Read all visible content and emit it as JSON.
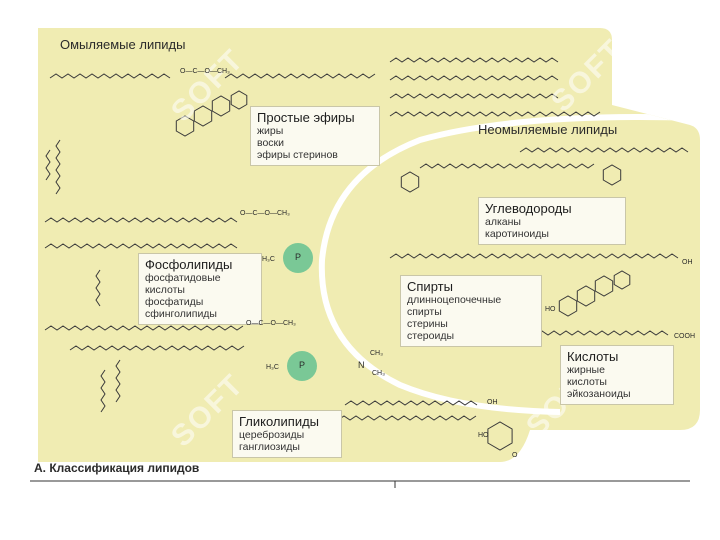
{
  "colors": {
    "panel": "#f0ecb2",
    "outer": "#ffffff",
    "structure": "#3a3a3a",
    "phosphate": "#5dbf8e",
    "watermark": "#7ed957"
  },
  "saponifiable": {
    "title": "Омыляемые липиды",
    "simple_esters": {
      "title": "Простые эфиры",
      "items": [
        "жиры",
        "воски",
        "эфиры стеринов"
      ]
    },
    "phospholipids": {
      "title": "Фосфолипиды",
      "items": [
        "фосфатидовые",
        "кислоты",
        "фосфатиды",
        "сфинголипиды"
      ]
    },
    "glycolipids": {
      "title": "Гликолипиды",
      "items": [
        "цереброзиды",
        "ганглиозиды"
      ]
    }
  },
  "unsaponifiable": {
    "title": "Неомыляемые липиды",
    "hydrocarbons": {
      "title": "Углеводороды",
      "items": [
        "алканы",
        "каротиноиды"
      ]
    },
    "alcohols": {
      "title": "Спирты",
      "items": [
        "длинноцепочечные",
        "спирты",
        "стерины",
        "стероиды"
      ]
    },
    "acids": {
      "title": "Кислоты",
      "items": [
        "жирные",
        "кислоты",
        "эйкозаноиды"
      ]
    }
  },
  "caption": "А. Классификация липидов",
  "formula_labels": {
    "ester": "O—C—O—CH₃",
    "ch3": "CH₃",
    "h3c": "H₃C",
    "p": "P",
    "n": "N",
    "cooh": "COOH",
    "oh": "OH",
    "ho": "HO",
    "o": "O"
  },
  "watermark": {
    "text": "SOFT",
    "icon": "rocket-logo-icon"
  }
}
